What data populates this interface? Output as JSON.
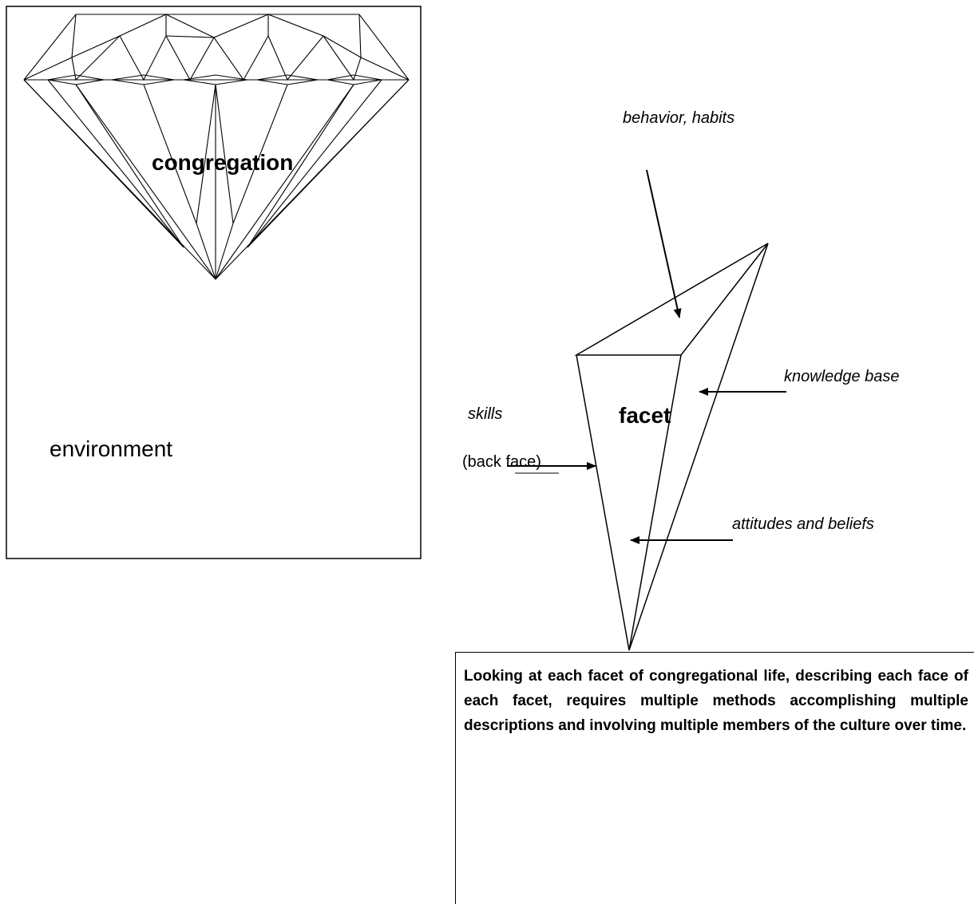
{
  "diamond_panel": {
    "center_label": "congregation",
    "environment_label": "environment"
  },
  "facet_panel": {
    "center_label": "facet",
    "labels": {
      "behavior": "behavior, habits",
      "knowledge": "knowledge base",
      "skills": "skills",
      "back_face_open": "(back",
      "back_face_rest": " face)",
      "attitudes": "attitudes and beliefs"
    }
  },
  "caption": {
    "text": "Looking at each facet of congregational life, describing each face of each facet, requires multiple methods accomplishing multiple descriptions and involving multiple members of the culture over time."
  }
}
